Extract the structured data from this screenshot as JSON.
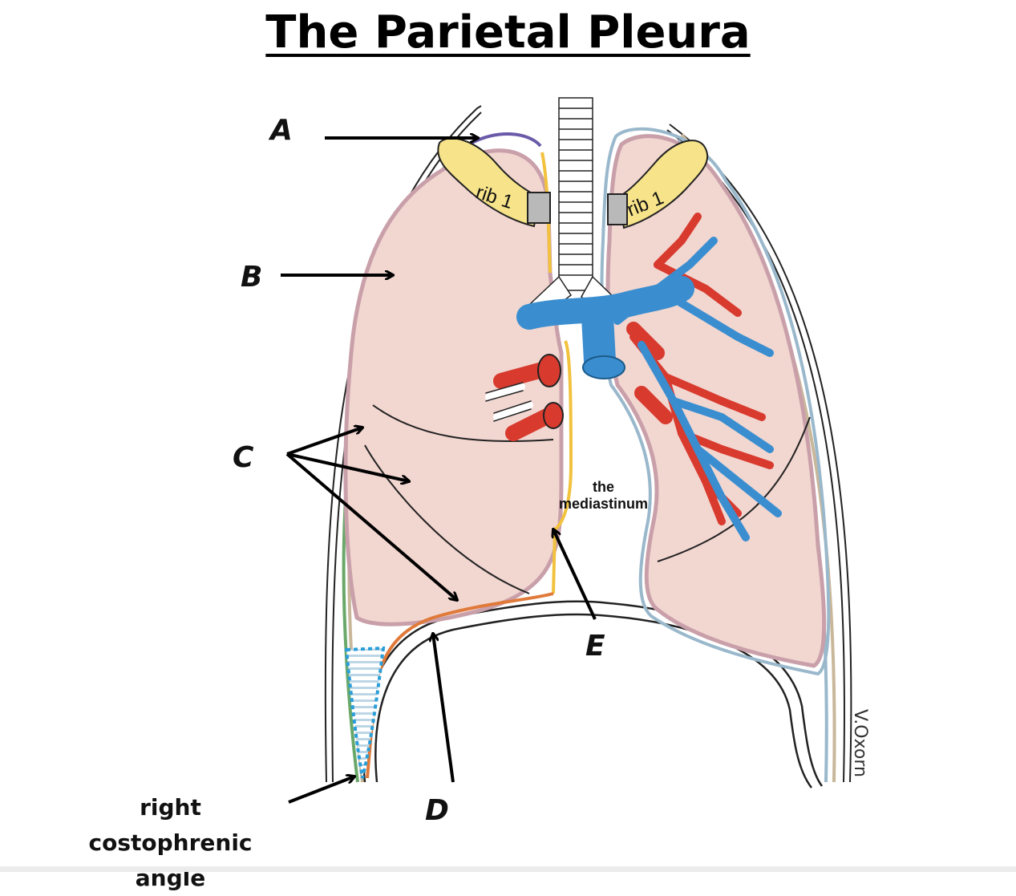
{
  "title": "The Parietal Pleura",
  "labels": {
    "a": "A",
    "b": "B",
    "c": "C",
    "d": "D",
    "e": "E"
  },
  "rib_left": "rib 1",
  "rib_right": "rib 1",
  "mediastinum": {
    "line1": "the",
    "line2": "mediastinum"
  },
  "costophrenic": {
    "line1": "right costophrenic",
    "line2": "angle"
  },
  "signature": "V.Oxorn",
  "colors": {
    "lung_fill": "#f2d6d0",
    "lung_outline": "#c9a0aa",
    "cervical_pleura": "#6a5aa8",
    "costal_green": "#6aa86a",
    "mediastinal_yellow": "#f2c23e",
    "diaphragmatic_orange": "#e07a3a",
    "right_pleura_blue": "#9ab8cc",
    "rib_yellow": "#f7e48a",
    "vein_blue": "#3a8ed0",
    "artery_red": "#d83a2e",
    "recess_blue": "#2a9ed8"
  }
}
